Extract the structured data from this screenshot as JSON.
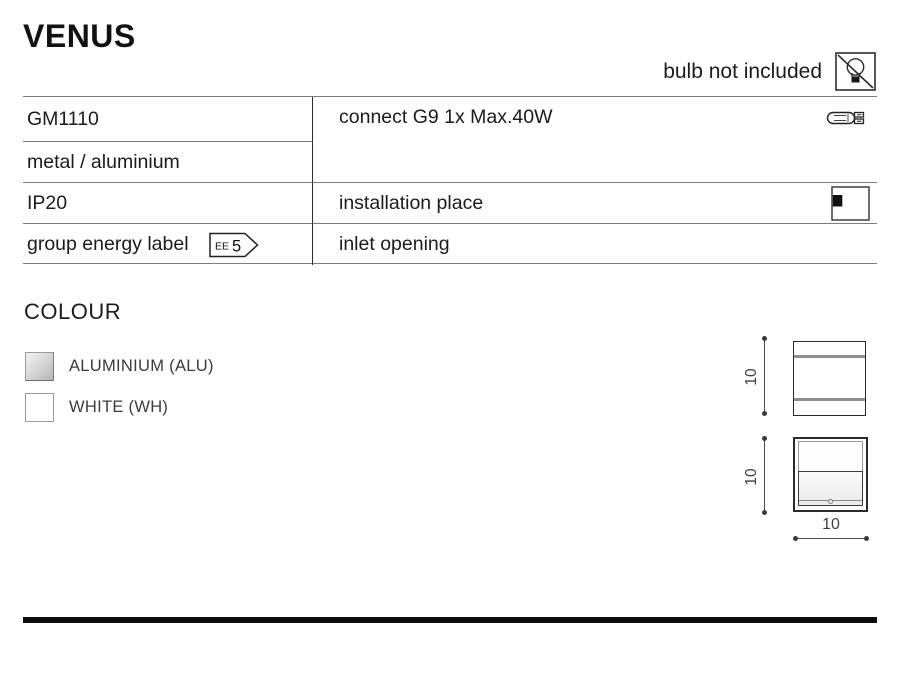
{
  "header": {
    "title": "VENUS",
    "bulb_note": "bulb not included"
  },
  "spec_table": {
    "rows": [
      {
        "left": "GM1110"
      },
      {
        "left": "metal / aluminium"
      },
      {
        "left": "IP20",
        "right": "installation place"
      },
      {
        "left": "group energy label",
        "right": "inlet opening"
      }
    ],
    "connect": "connect G9 1x Max.40W",
    "energy_label": {
      "prefix": "EE",
      "value": "5"
    }
  },
  "colour_section": {
    "heading": "COLOUR",
    "options": [
      {
        "label": "ALUMINIUM (ALU)",
        "swatch": "#c9c9c9"
      },
      {
        "label": "WHITE (WH)",
        "swatch": "#ffffff"
      }
    ]
  },
  "drawings": {
    "top_height_dim": "10",
    "bottom_height_dim": "10",
    "bottom_width_dim": "10"
  },
  "icons": {
    "bulb_not_included": "crossed-out-bulb",
    "lamp_socket": "g9-halogen-capsule",
    "installation_place": "wall-mount",
    "energy_badge": "energy-arrow-label"
  },
  "colors": {
    "text": "#1b1b1b",
    "table_line": "#7d7d7d",
    "divider": "#2a2a2a",
    "bottom_bar": "#0c0c0c"
  }
}
